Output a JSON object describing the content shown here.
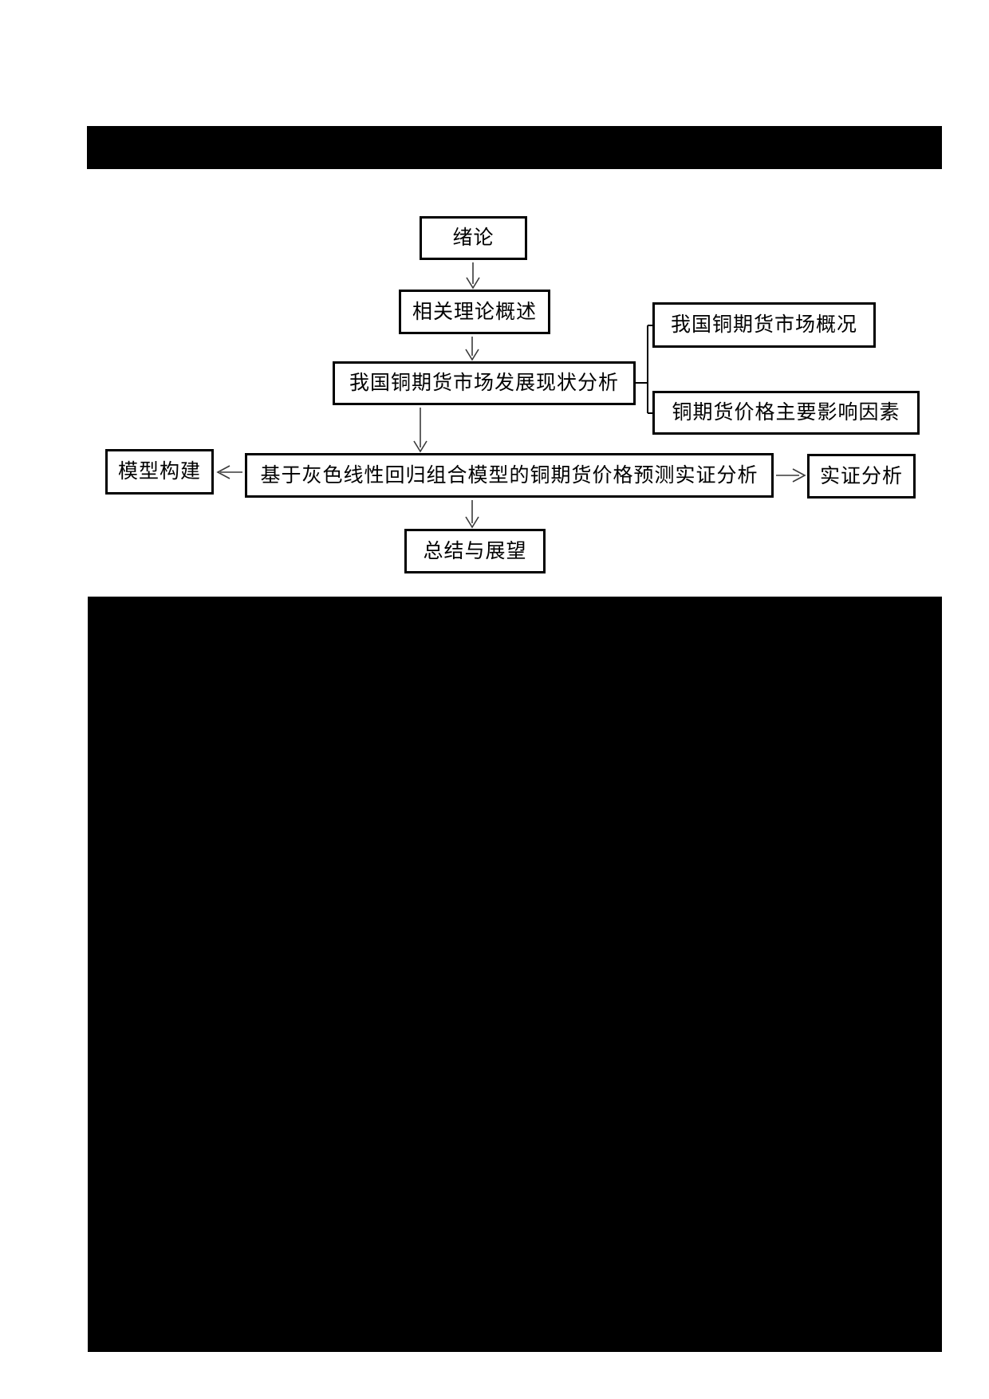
{
  "colors": {
    "page_background": "#ffffff",
    "redaction_black": "#000000",
    "node_border": "#000000",
    "arrow_line": "#3a3a3a",
    "bracket_line": "#000000"
  },
  "flowchart": {
    "nodes": [
      {
        "id": "intro",
        "label": "绪论"
      },
      {
        "id": "theory",
        "label": "相关理论概述"
      },
      {
        "id": "market-status",
        "label": "我国铜期货市场发展现状分析"
      },
      {
        "id": "market-overview",
        "label": "我国铜期货市场概况"
      },
      {
        "id": "price-factors",
        "label": "铜期货价格主要影响因素"
      },
      {
        "id": "model-build",
        "label": "模型构建"
      },
      {
        "id": "empirical-main",
        "label": "基于灰色线性回归组合模型的铜期货价格预测实证分析"
      },
      {
        "id": "empirical",
        "label": "实证分析"
      },
      {
        "id": "summary",
        "label": "总结与展望"
      }
    ]
  }
}
